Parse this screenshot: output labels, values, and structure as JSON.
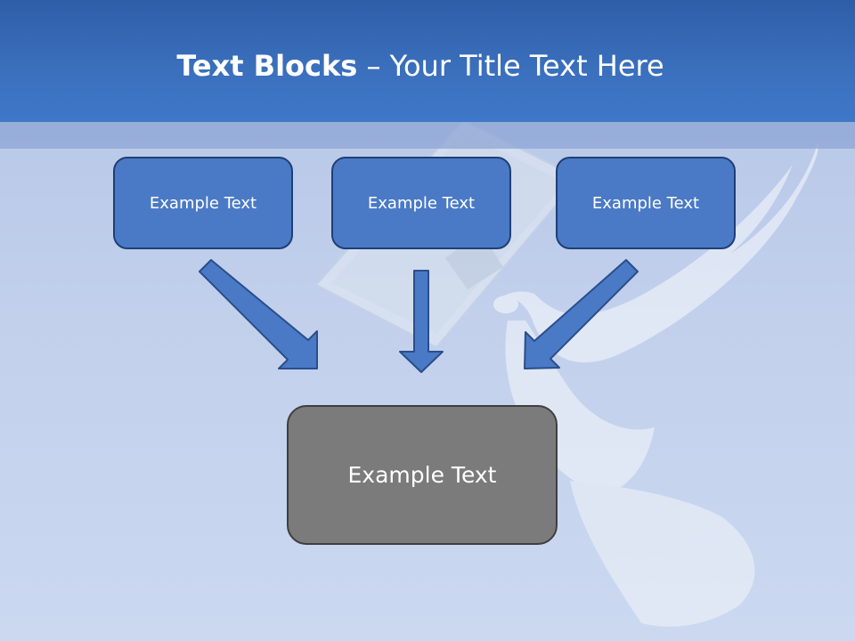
{
  "slide": {
    "title_bold": "Text Blocks",
    "title_dash": " – ",
    "title_rest": "Your Title Text Here"
  },
  "blocks": {
    "top": [
      {
        "label": "Example Text"
      },
      {
        "label": "Example Text"
      },
      {
        "label": "Example Text"
      }
    ],
    "bottom": {
      "label": "Example Text"
    }
  },
  "colors": {
    "title_bar": "#3a6fbc",
    "background": "#c2d0ec",
    "top_box_fill": "#4a7ac6",
    "top_box_border": "#1f3f75",
    "bottom_box_fill": "#7b7b7b",
    "arrow_fill": "#4a7ac6",
    "text": "#ffffff"
  },
  "icons": {
    "background_art": [
      "envelope-icon",
      "dove-icon"
    ],
    "connectors": [
      "arrow-down-right-icon",
      "arrow-down-icon",
      "arrow-down-left-icon"
    ]
  }
}
